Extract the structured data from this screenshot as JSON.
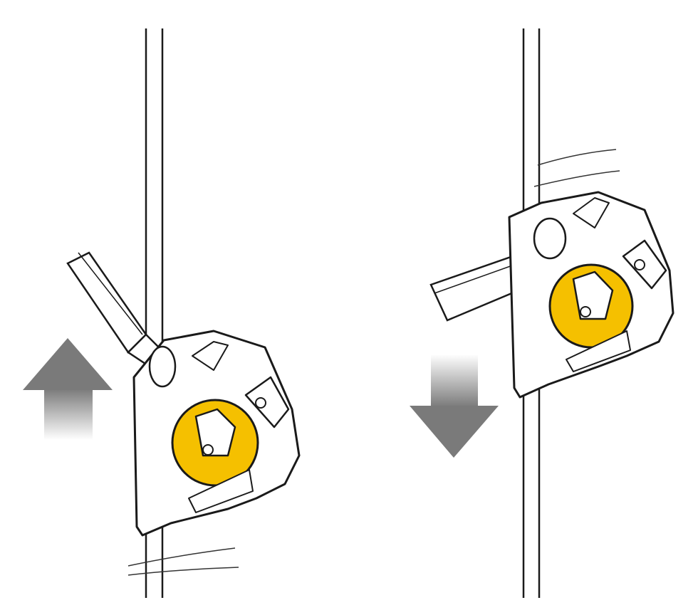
{
  "colors": {
    "background": "#ffffff",
    "outline": "#1a1a1a",
    "cam_yellow": "#f5c000",
    "arrow_gray": "#7a7a7a",
    "device_fill": "#ffffff"
  },
  "panels": [
    {
      "name": "ascending",
      "arrow_direction": "up"
    },
    {
      "name": "descending",
      "arrow_direction": "down"
    }
  ]
}
